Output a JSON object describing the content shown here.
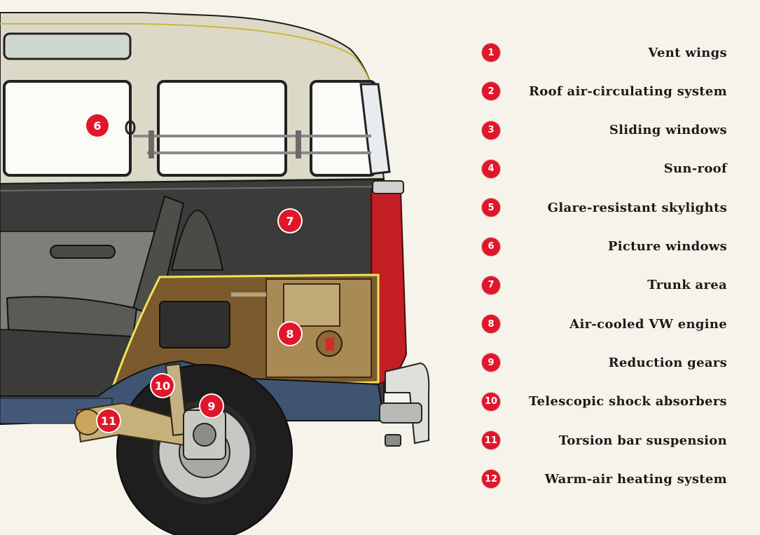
{
  "colors": {
    "badge": "#e1162b",
    "body_upper": "#dcd9c8",
    "body_lower": "#3b3c3a",
    "chassis": "#3f5470",
    "fender_red": "#c21e24",
    "paper": "#f6f3ea"
  },
  "legend": [
    {
      "number": "1",
      "label": "Vent wings"
    },
    {
      "number": "2",
      "label": "Roof air-circulating system"
    },
    {
      "number": "3",
      "label": "Sliding windows"
    },
    {
      "number": "4",
      "label": "Sun-roof"
    },
    {
      "number": "5",
      "label": "Glare-resistant skylights"
    },
    {
      "number": "6",
      "label": "Picture windows"
    },
    {
      "number": "7",
      "label": "Trunk area"
    },
    {
      "number": "8",
      "label": "Air-cooled VW engine"
    },
    {
      "number": "9",
      "label": "Reduction gears"
    },
    {
      "number": "10",
      "label": "Telescopic shock absorbers"
    },
    {
      "number": "11",
      "label": "Torsion bar suspension"
    },
    {
      "number": "12",
      "label": "Warm-air heating system"
    }
  ],
  "callouts": [
    {
      "number": "6",
      "target": "picture-window"
    },
    {
      "number": "7",
      "target": "trunk-area"
    },
    {
      "number": "8",
      "target": "engine"
    },
    {
      "number": "10",
      "target": "shock-absorber"
    },
    {
      "number": "9",
      "target": "reduction-gears"
    },
    {
      "number": "11",
      "target": "torsion-bar"
    }
  ]
}
